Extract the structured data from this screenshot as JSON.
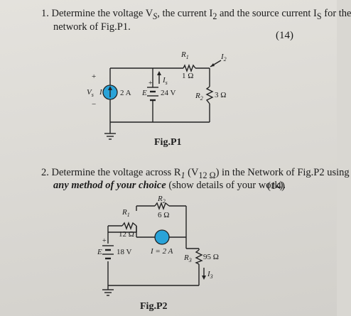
{
  "questions": [
    {
      "number": "1.",
      "line1": "Determine the voltage V",
      "line1_sub": "S",
      "line1_b": ", the current I",
      "line1_sub2": "2",
      "line1_c": " and the source current I",
      "line1_sub3": "S",
      "line1_d": " for the",
      "line2": "network of Fig.P1.",
      "marks": "(14)"
    },
    {
      "number": "2.",
      "line1": "Determine the voltage across R",
      "line1_sub": "1",
      "line1_b": " (V",
      "line1_sub2": "12 Ω",
      "line1_c": ") in the Network of Fig.P2 using",
      "line2_emph": "any method of your choice",
      "line2_rest": " (show details of your work).",
      "marks": "(14)"
    }
  ],
  "fig1": {
    "caption": "Fig.P1",
    "r1_label": "R",
    "r1_sub": "1",
    "r1_value": "1 Ω",
    "i2_label": "I",
    "i2_sub": "2",
    "is_label": "I",
    "is_sub": "s",
    "vs_label": "V",
    "vs_sub": "s",
    "plus": "+",
    "minus": "−",
    "current_src_arrow_label": "I",
    "current_src_value": "2 A",
    "e_label": "E",
    "battery_value": "24 V",
    "r2_label": "R",
    "r2_sub": "2",
    "r2_value": "3 Ω"
  },
  "fig2": {
    "caption": "Fig.P2",
    "r2_label": "R",
    "r2_sub": "2",
    "r2_value": "6 Ω",
    "r1_label": "R",
    "r1_sub": "1",
    "r1_value": "12 Ω",
    "plus": "+",
    "e_label": "E",
    "battery_value": "18 V",
    "current_src_value": "I = 2 A",
    "r3_label": "R",
    "r3_sub": "3",
    "r3_value": "95 Ω",
    "i3_label": "I",
    "i3_sub": "3"
  }
}
